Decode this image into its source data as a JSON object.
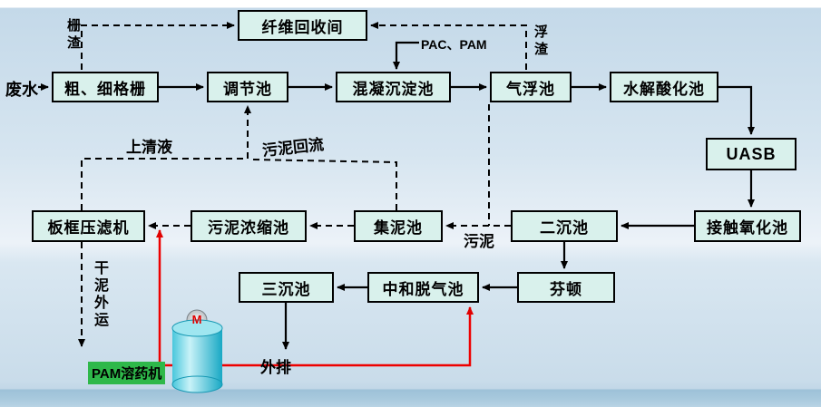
{
  "diagram": {
    "nodes": {
      "fiber_recovery": "纤维回收间",
      "coarse_fine_screen": "粗、细格栅",
      "regulating_tank": "调节池",
      "coagulation_tank": "混凝沉淀池",
      "air_flotation": "气浮池",
      "hydrolysis_tank": "水解酸化池",
      "uasb": "UASB",
      "contact_oxidation": "接触氧化池",
      "secondary_sedimentation": "二沉池",
      "sludge_collection": "集泥池",
      "sludge_thickening": "污泥浓缩池",
      "filter_press": "板框压滤机",
      "tertiary_sedimentation": "三沉池",
      "neutralization_degassing": "中和脱气池",
      "fenton": "芬顿"
    },
    "labels": {
      "wastewater": "废水",
      "grid_residue": "栅渣",
      "pac_pam": "PAC、PAM",
      "scum": "浮渣",
      "supernatant": "上清液",
      "sludge_return": "污泥回流",
      "sludge": "污泥",
      "dry_sludge_out": "干泥外运",
      "discharge": "外排",
      "pam_dissolver": "PAM溶药机",
      "motor": "M"
    },
    "colors": {
      "node_fill": "#d9f1ec",
      "node_border": "#000000",
      "pam_label_bg": "#2eb84a",
      "dosing_line": "#ee0000",
      "tank_fill": "#2fbcd6"
    }
  }
}
